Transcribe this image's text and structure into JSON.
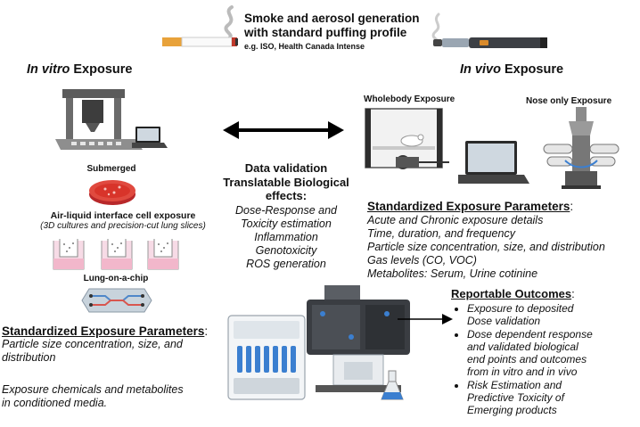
{
  "header": {
    "title_line1": "Smoke and aerosol generation",
    "title_line2": "with standard puffing profile",
    "subtitle": "e.g. ISO, Health Canada Intense"
  },
  "left": {
    "title_italic": "In vitro",
    "title_rest": " Exposure",
    "submerged": "Submerged",
    "ali_title": "Air-liquid interface cell exposure",
    "ali_sub": "(3D cultures and precision-cut lung slices)",
    "lung_chip": "Lung-on-a-chip",
    "params_heading": "Standardized Exposure Parameters",
    "params_colon": ":",
    "params_lines": [
      "Particle size concentration, size, and",
      "distribution"
    ],
    "chem_lines": [
      "Exposure chemicals and metabolites",
      "in conditioned media."
    ]
  },
  "center": {
    "head_lines": [
      "Data validation",
      "Translatable Biological",
      "effects:"
    ],
    "items": [
      "Dose-Response and",
      "Toxicity estimation",
      "Inflammation",
      "Genotoxicity",
      "ROS generation"
    ]
  },
  "right": {
    "title_italic": "In vivo",
    "title_rest": " Exposure",
    "wholebody": "Wholebody Exposure",
    "nose_only": "Nose only Exposure",
    "params_heading": "Standardized Exposure Parameters",
    "params_colon": ":",
    "params_lines": [
      "Acute and Chronic exposure details",
      "Time, duration, and frequency",
      "Particle size concentration, size, and distribution",
      "Gas levels (CO, VOC)",
      "Metabolites: Serum, Urine cotinine"
    ],
    "outcomes_heading": "Reportable Outcomes",
    "outcomes_colon": ":",
    "outcomes": [
      [
        "Exposure to deposited",
        "Dose validation"
      ],
      [
        "Dose dependent response",
        "and validated biological",
        "end points and outcomes",
        "from in vitro and in vivo"
      ],
      [
        "Risk Estimation and",
        "Predictive Toxicity of",
        "Emerging products"
      ]
    ]
  },
  "colors": {
    "accent_red": "#d8342a",
    "equipment_gray": "#7a7a7a",
    "dark": "#2b2b2b",
    "blue": "#3b7fd0"
  },
  "icons": [
    "cigarette-icon",
    "e-cigarette-icon",
    "exposure-robot-icon",
    "laptop-icon",
    "petri-dish-icon",
    "transwell-icon",
    "lung-chip-icon",
    "wholebody-chamber-icon",
    "nose-only-tower-icon",
    "microscope-station-icon",
    "chromatography-icon",
    "flask-icon"
  ]
}
